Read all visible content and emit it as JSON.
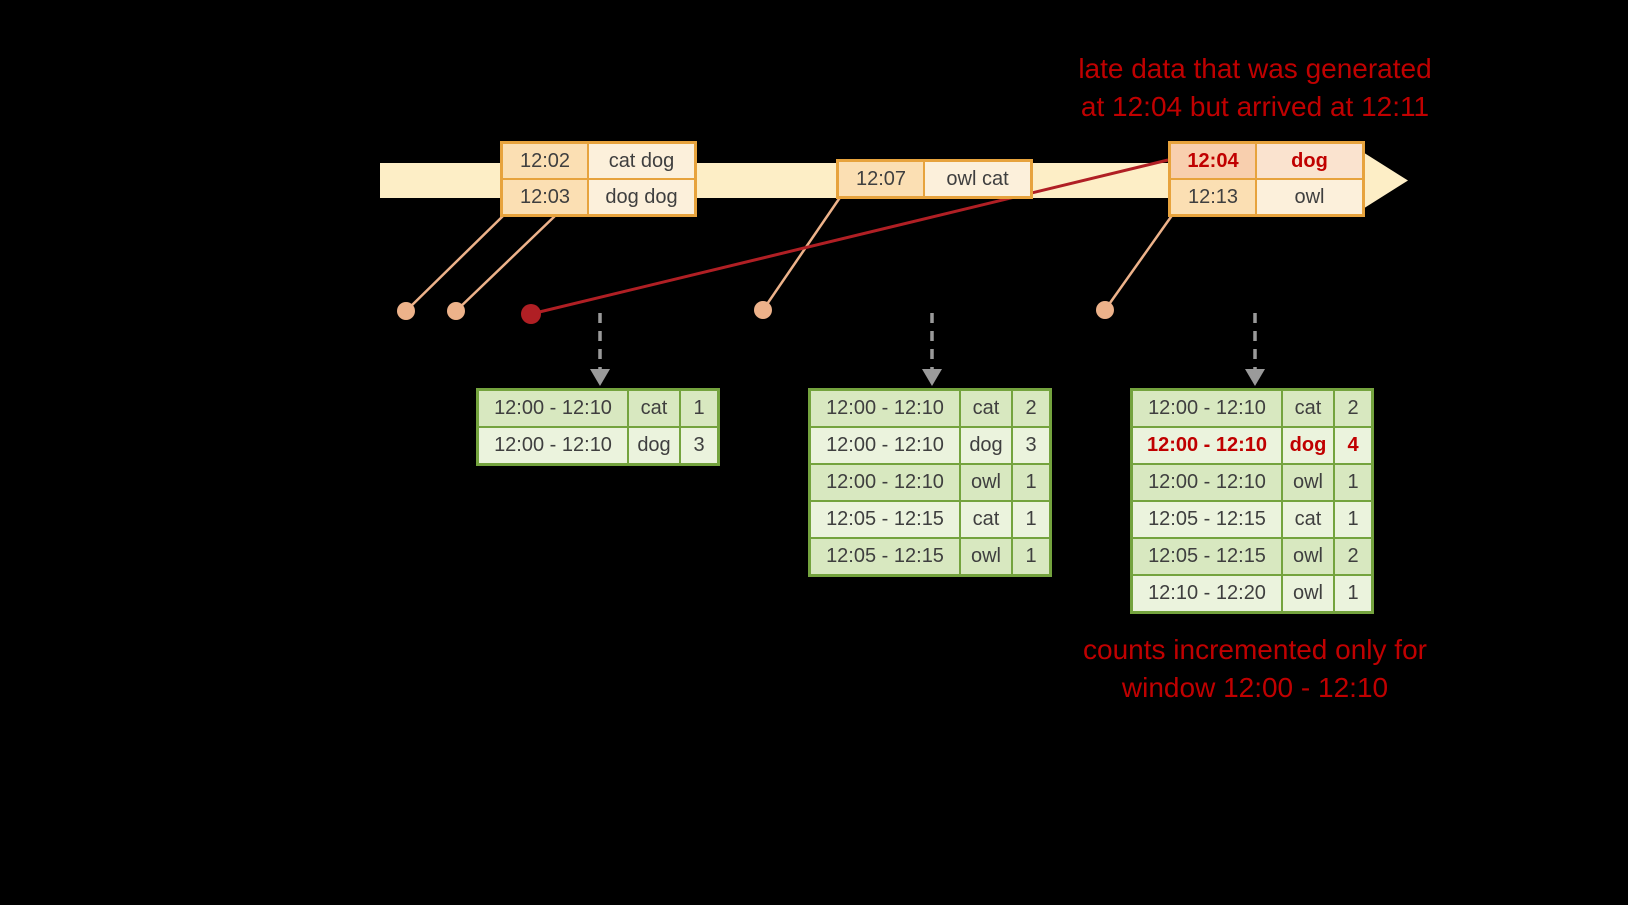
{
  "annotations": {
    "late_data_line1": "late data that was generated",
    "late_data_line2": "at 12:04 but arrived at 12:11",
    "counts_line1": "counts incremented only for",
    "counts_line2": "window 12:00 - 12:10"
  },
  "events": {
    "group1": {
      "row1": {
        "time": "12:02",
        "words": "cat dog"
      },
      "row2": {
        "time": "12:03",
        "words": "dog dog"
      }
    },
    "group2": {
      "row1": {
        "time": "12:07",
        "words": "owl cat"
      }
    },
    "group3": {
      "row1": {
        "time": "12:04",
        "words": "dog",
        "late": true
      },
      "row2": {
        "time": "12:13",
        "words": "owl"
      }
    }
  },
  "results": {
    "table1": {
      "rows": [
        {
          "window": "12:00 - 12:10",
          "word": "cat",
          "count": "1"
        },
        {
          "window": "12:00 - 12:10",
          "word": "dog",
          "count": "3"
        }
      ]
    },
    "table2": {
      "rows": [
        {
          "window": "12:00 - 12:10",
          "word": "cat",
          "count": "2"
        },
        {
          "window": "12:00 - 12:10",
          "word": "dog",
          "count": "3"
        },
        {
          "window": "12:00 - 12:10",
          "word": "owl",
          "count": "1"
        },
        {
          "window": "12:05 - 12:15",
          "word": "cat",
          "count": "1"
        },
        {
          "window": "12:05 - 12:15",
          "word": "owl",
          "count": "1"
        }
      ]
    },
    "table3": {
      "rows": [
        {
          "window": "12:00 - 12:10",
          "word": "cat",
          "count": "2"
        },
        {
          "window": "12:00 - 12:10",
          "word": "dog",
          "count": "4",
          "late": true
        },
        {
          "window": "12:00 - 12:10",
          "word": "owl",
          "count": "1"
        },
        {
          "window": "12:05 - 12:15",
          "word": "cat",
          "count": "1"
        },
        {
          "window": "12:05 - 12:15",
          "word": "owl",
          "count": "2"
        },
        {
          "window": "12:10 - 12:20",
          "word": "owl",
          "count": "1"
        }
      ]
    }
  },
  "icons": {
    "timeline_arrow": "right-arrow",
    "trigger_arrow": "dashed-down-arrow",
    "event_dot": "circle",
    "late_event_dot": "red-circle"
  },
  "colors": {
    "background": "#000000",
    "annotation_red": "#c00000",
    "late_line_red": "#b01f24",
    "timeline_fill": "#fdeec6",
    "event_border": "#e7a33d",
    "event_time_fill": "#fbdfb3",
    "event_word_fill": "#fcf0db",
    "late_time_fill": "#f8cfae",
    "late_word_fill": "#fae3cf",
    "dot_salmon": "#edb28a",
    "result_border": "#74a33e",
    "result_row_dark": "#d8e8c0",
    "result_row_light": "#ebf3dd",
    "trigger_arrow_gray": "#9a9a9a",
    "cell_text": "#3f3f3f"
  }
}
